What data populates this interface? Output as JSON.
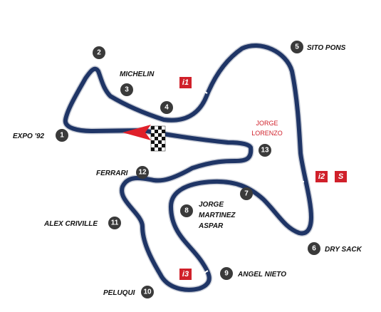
{
  "corners": [
    {
      "num": "1",
      "label": "EXPO '92"
    },
    {
      "num": "2",
      "label": ""
    },
    {
      "num": "3",
      "label": "MICHELIN"
    },
    {
      "num": "4",
      "label": ""
    },
    {
      "num": "5",
      "label": "SITO PONS"
    },
    {
      "num": "6",
      "label": "DRY SACK"
    },
    {
      "num": "7",
      "label": ""
    },
    {
      "num": "8",
      "label": "JORGE MARTINEZ ASPAR"
    },
    {
      "num": "9",
      "label": "ANGEL NIETO"
    },
    {
      "num": "10",
      "label": "PELUQUI"
    },
    {
      "num": "11",
      "label": "ALEX CRIVILLE"
    },
    {
      "num": "12",
      "label": "FERRARI"
    },
    {
      "num": "13",
      "label": ""
    }
  ],
  "corner13_label": {
    "line1": "JORGE",
    "line2": "LORENZO"
  },
  "corner8_lines": {
    "line1": "JORGE",
    "line2": "MARTINEZ",
    "line3": "ASPAR"
  },
  "sectors": {
    "i1": "i1",
    "i2": "i2",
    "i3": "i3",
    "s": "S"
  },
  "colors": {
    "track": "#1f3566",
    "accent": "#d0202a",
    "marker": "#3a3a3a"
  }
}
